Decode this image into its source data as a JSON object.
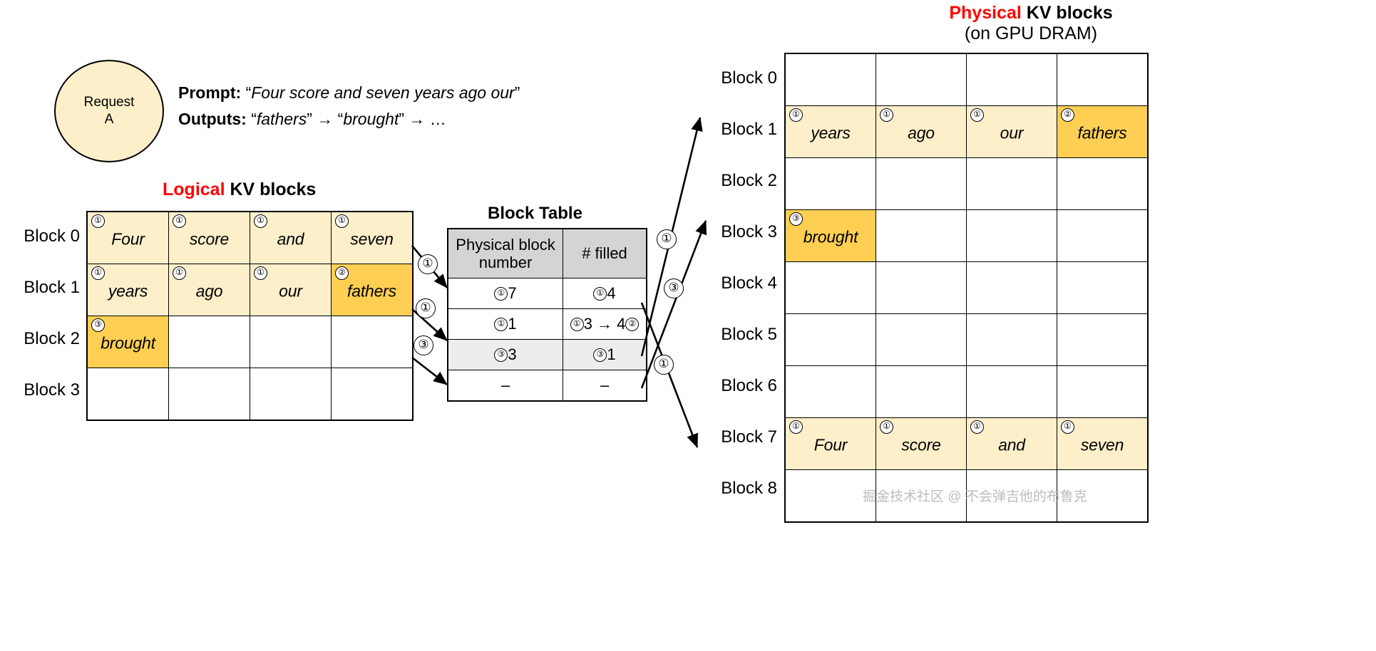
{
  "request": {
    "line1": "Request",
    "line2": "A"
  },
  "prompt": {
    "prompt_label": "Prompt:",
    "prompt_text": "Four score and seven years ago our",
    "outputs_label": "Outputs:",
    "outputs_text_1": "fathers",
    "outputs_arrow_1": "→",
    "outputs_text_2": "brought",
    "outputs_arrow_2": "→",
    "outputs_ellipsis": "…",
    "open_quote": "“",
    "close_quote": "”"
  },
  "logical": {
    "title_accent": "Logical",
    "title_rest": " KV blocks",
    "row_labels": [
      "Block 0",
      "Block 1",
      "Block 2",
      "Block 3"
    ],
    "rows": [
      [
        {
          "token": "Four",
          "marker": "①",
          "fill": "cream"
        },
        {
          "token": "score",
          "marker": "①",
          "fill": "cream"
        },
        {
          "token": "and",
          "marker": "①",
          "fill": "cream"
        },
        {
          "token": "seven",
          "marker": "①",
          "fill": "cream"
        }
      ],
      [
        {
          "token": "years",
          "marker": "①",
          "fill": "cream"
        },
        {
          "token": "ago",
          "marker": "①",
          "fill": "cream"
        },
        {
          "token": "our",
          "marker": "①",
          "fill": "cream"
        },
        {
          "token": "fathers",
          "marker": "②",
          "fill": "amber"
        }
      ],
      [
        {
          "token": "brought",
          "marker": "③",
          "fill": "amber"
        },
        {
          "token": "",
          "marker": "",
          "fill": "empty"
        },
        {
          "token": "",
          "marker": "",
          "fill": "empty"
        },
        {
          "token": "",
          "marker": "",
          "fill": "empty"
        }
      ],
      [
        {
          "token": "",
          "marker": "",
          "fill": "empty"
        },
        {
          "token": "",
          "marker": "",
          "fill": "empty"
        },
        {
          "token": "",
          "marker": "",
          "fill": "empty"
        },
        {
          "token": "",
          "marker": "",
          "fill": "empty"
        }
      ]
    ]
  },
  "block_table": {
    "title": "Block Table",
    "headers": [
      "Physical block number",
      "# filled"
    ],
    "header_line1": "Physical block",
    "header_line2": "number",
    "rows": [
      {
        "shaded": false,
        "phys_marker": "①",
        "phys_value": "7",
        "filled_marker": "①",
        "filled_value": "4",
        "filled_marker2": "",
        "filled_value2": ""
      },
      {
        "shaded": false,
        "phys_marker": "①",
        "phys_value": "1",
        "filled_marker": "①",
        "filled_value": "3 → 4",
        "filled_marker2": "②",
        "filled_value2": ""
      },
      {
        "shaded": true,
        "phys_marker": "③",
        "phys_value": "3",
        "filled_marker": "③",
        "filled_value": "1",
        "filled_marker2": "",
        "filled_value2": ""
      },
      {
        "shaded": false,
        "phys_marker": "",
        "phys_value": "–",
        "filled_marker": "",
        "filled_value": "–",
        "filled_marker2": "",
        "filled_value2": ""
      }
    ]
  },
  "physical": {
    "title_accent": "Physical",
    "title_rest": " KV blocks",
    "subtitle": "(on GPU DRAM)",
    "row_labels": [
      "Block 0",
      "Block 1",
      "Block 2",
      "Block 3",
      "Block 4",
      "Block 5",
      "Block 6",
      "Block 7",
      "Block 8"
    ],
    "rows": [
      [
        {
          "token": "",
          "marker": "",
          "fill": "empty"
        },
        {
          "token": "",
          "marker": "",
          "fill": "empty"
        },
        {
          "token": "",
          "marker": "",
          "fill": "empty"
        },
        {
          "token": "",
          "marker": "",
          "fill": "empty"
        }
      ],
      [
        {
          "token": "years",
          "marker": "①",
          "fill": "cream"
        },
        {
          "token": "ago",
          "marker": "①",
          "fill": "cream"
        },
        {
          "token": "our",
          "marker": "①",
          "fill": "cream"
        },
        {
          "token": "fathers",
          "marker": "②",
          "fill": "amber"
        }
      ],
      [
        {
          "token": "",
          "marker": "",
          "fill": "empty"
        },
        {
          "token": "",
          "marker": "",
          "fill": "empty"
        },
        {
          "token": "",
          "marker": "",
          "fill": "empty"
        },
        {
          "token": "",
          "marker": "",
          "fill": "empty"
        }
      ],
      [
        {
          "token": "brought",
          "marker": "③",
          "fill": "amber"
        },
        {
          "token": "",
          "marker": "",
          "fill": "empty"
        },
        {
          "token": "",
          "marker": "",
          "fill": "empty"
        },
        {
          "token": "",
          "marker": "",
          "fill": "empty"
        }
      ],
      [
        {
          "token": "",
          "marker": "",
          "fill": "empty"
        },
        {
          "token": "",
          "marker": "",
          "fill": "empty"
        },
        {
          "token": "",
          "marker": "",
          "fill": "empty"
        },
        {
          "token": "",
          "marker": "",
          "fill": "empty"
        }
      ],
      [
        {
          "token": "",
          "marker": "",
          "fill": "empty"
        },
        {
          "token": "",
          "marker": "",
          "fill": "empty"
        },
        {
          "token": "",
          "marker": "",
          "fill": "empty"
        },
        {
          "token": "",
          "marker": "",
          "fill": "empty"
        }
      ],
      [
        {
          "token": "",
          "marker": "",
          "fill": "empty"
        },
        {
          "token": "",
          "marker": "",
          "fill": "empty"
        },
        {
          "token": "",
          "marker": "",
          "fill": "empty"
        },
        {
          "token": "",
          "marker": "",
          "fill": "empty"
        }
      ],
      [
        {
          "token": "Four",
          "marker": "①",
          "fill": "cream"
        },
        {
          "token": "score",
          "marker": "①",
          "fill": "cream"
        },
        {
          "token": "and",
          "marker": "①",
          "fill": "cream"
        },
        {
          "token": "seven",
          "marker": "①",
          "fill": "cream"
        }
      ],
      [
        {
          "token": "",
          "marker": "",
          "fill": "empty"
        },
        {
          "token": "",
          "marker": "",
          "fill": "empty"
        },
        {
          "token": "",
          "marker": "",
          "fill": "empty"
        },
        {
          "token": "",
          "marker": "",
          "fill": "empty"
        }
      ]
    ]
  },
  "arrow_labels": {
    "left": [
      "①",
      "①",
      "③"
    ],
    "right": [
      "①",
      "③",
      "①"
    ]
  },
  "watermark": "掘金技术社区 @ 不会弹吉他的布鲁克",
  "colors": {
    "accent_red": "#FF0000",
    "cell_cream": "#FCEFCA",
    "cell_amber": "#FFCF54",
    "header_gray": "#D4D4D4",
    "row_shade": "#EDEDED"
  }
}
